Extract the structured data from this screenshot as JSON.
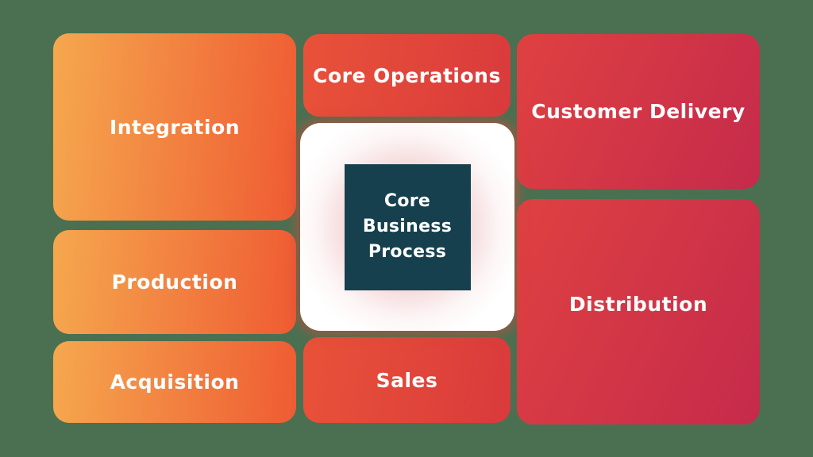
{
  "diagram": {
    "boxes": {
      "integration": {
        "label": "Integration"
      },
      "production": {
        "label": "Production"
      },
      "acquisition": {
        "label": "Acquisition"
      },
      "core_operations": {
        "label": "Core Operations"
      },
      "sales": {
        "label": "Sales"
      },
      "customer_delivery": {
        "label": "Customer Delivery"
      },
      "distribution": {
        "label": "Distribution"
      }
    },
    "center": {
      "label": "Core\nBusiness\nProcess"
    },
    "colors": {
      "background": "#4A7051",
      "orange_gradient_start": "#F5A84E",
      "orange_gradient_end": "#EF5B33",
      "red_gradient_start": "#E95239",
      "red_gradient_end": "#D93A3C",
      "crimson_gradient_start": "#DF4141",
      "crimson_gradient_end": "#C52A4B",
      "center_square": "#16404E",
      "center_glow": "#EEC0C3",
      "label_text": "#FFFFFF"
    }
  }
}
